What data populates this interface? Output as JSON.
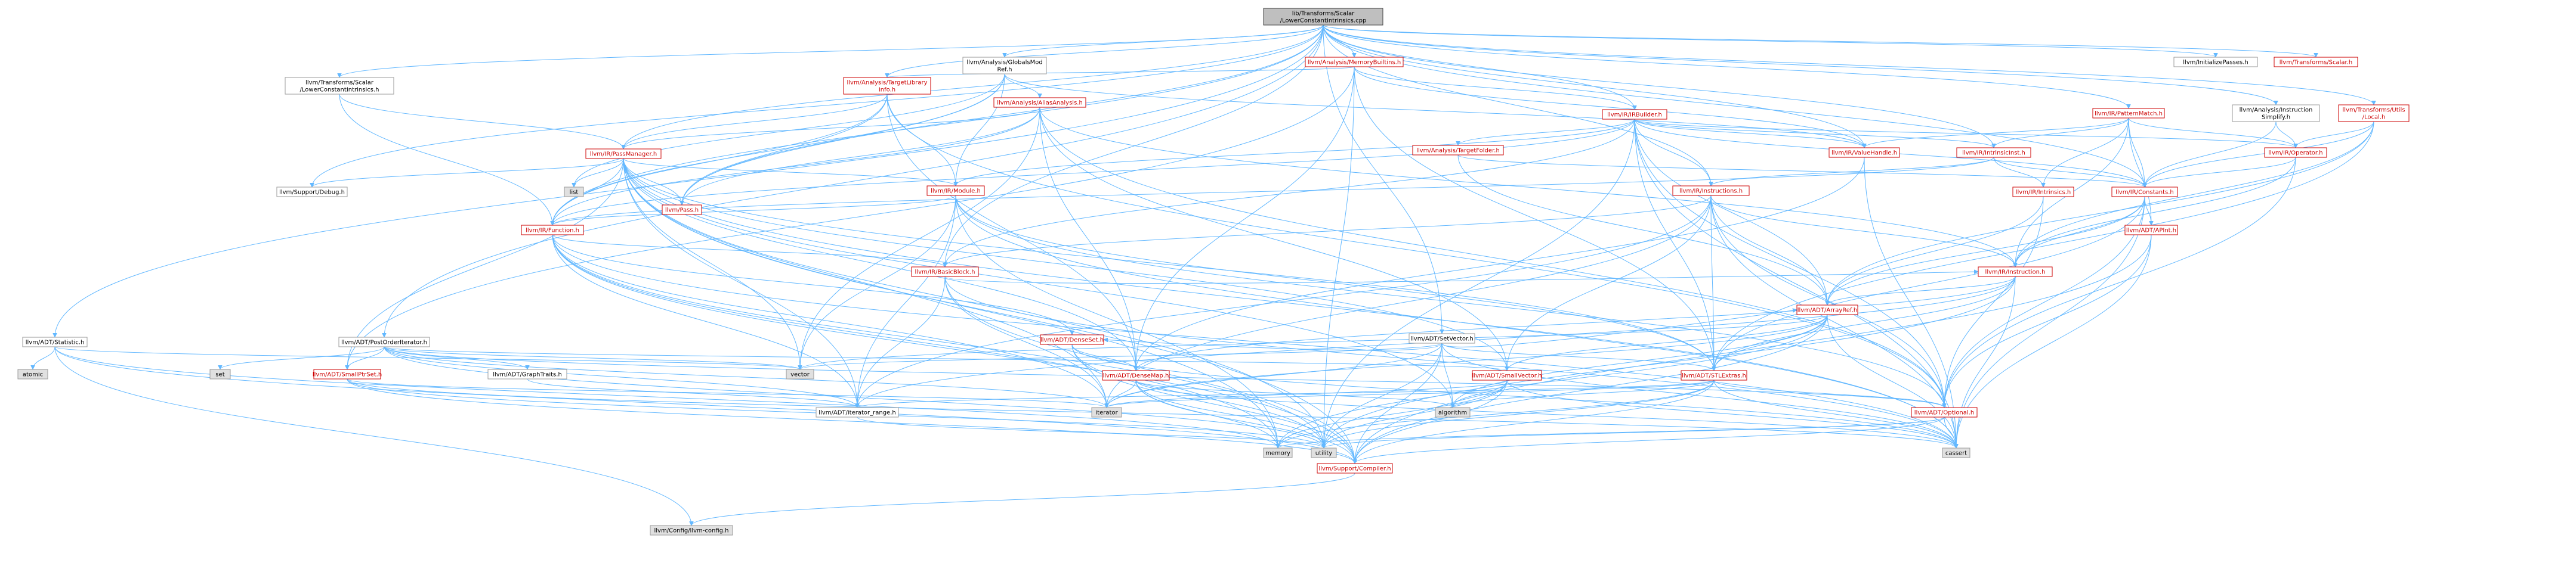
{
  "graph": {
    "root": {
      "id": "root",
      "lines": [
        "lib/Transforms/Scalar",
        "/LowerConstantIntrinsics.cpp"
      ]
    },
    "nodes": [
      {
        "id": "statistic",
        "lines": [
          "llvm/ADT/Statistic.h"
        ],
        "kind": "normal"
      },
      {
        "id": "postorder",
        "lines": [
          "llvm/ADT/PostOrderIterator.h"
        ],
        "kind": "normal"
      },
      {
        "id": "lci_h",
        "lines": [
          "llvm/Transforms/Scalar",
          "/LowerConstantIntrinsics.h"
        ],
        "kind": "normal"
      },
      {
        "id": "globalsmodref",
        "lines": [
          "llvm/Analysis/GlobalsMod",
          "Ref.h"
        ],
        "kind": "normal"
      },
      {
        "id": "tli",
        "lines": [
          "llvm/Analysis/TargetLibrary",
          "Info.h"
        ],
        "kind": "red"
      },
      {
        "id": "aa",
        "lines": [
          "llvm/Analysis/AliasAnalysis.h"
        ],
        "kind": "red"
      },
      {
        "id": "membuiltins",
        "lines": [
          "llvm/Analysis/MemoryBuiltins.h"
        ],
        "kind": "red"
      },
      {
        "id": "irbuilder",
        "lines": [
          "llvm/IR/IRBuilder.h"
        ],
        "kind": "red"
      },
      {
        "id": "targetfolder",
        "lines": [
          "llvm/Analysis/TargetFolder.h"
        ],
        "kind": "red"
      },
      {
        "id": "passmanager",
        "lines": [
          "llvm/IR/PassManager.h"
        ],
        "kind": "red"
      },
      {
        "id": "list",
        "lines": [
          "list"
        ],
        "kind": "sys"
      },
      {
        "id": "debug",
        "lines": [
          "llvm/Support/Debug.h"
        ],
        "kind": "normal"
      },
      {
        "id": "pass",
        "lines": [
          "llvm/Pass.h"
        ],
        "kind": "red"
      },
      {
        "id": "module",
        "lines": [
          "llvm/IR/Module.h"
        ],
        "kind": "red"
      },
      {
        "id": "function",
        "lines": [
          "llvm/IR/Function.h"
        ],
        "kind": "red"
      },
      {
        "id": "basicblock",
        "lines": [
          "llvm/IR/BasicBlock.h"
        ],
        "kind": "red"
      },
      {
        "id": "valuehandle",
        "lines": [
          "llvm/IR/ValueHandle.h"
        ],
        "kind": "red"
      },
      {
        "id": "intrinsicinst",
        "lines": [
          "llvm/IR/IntrinsicInst.h"
        ],
        "kind": "red"
      },
      {
        "id": "instructions",
        "lines": [
          "llvm/IR/Instructions.h"
        ],
        "kind": "red"
      },
      {
        "id": "intrinsics",
        "lines": [
          "llvm/IR/Intrinsics.h"
        ],
        "kind": "red"
      },
      {
        "id": "constants",
        "lines": [
          "llvm/IR/Constants.h"
        ],
        "kind": "red"
      },
      {
        "id": "patternmatch",
        "lines": [
          "llvm/IR/PatternMatch.h"
        ],
        "kind": "red"
      },
      {
        "id": "operator",
        "lines": [
          "llvm/IR/Operator.h"
        ],
        "kind": "red"
      },
      {
        "id": "apint",
        "lines": [
          "llvm/ADT/APInt.h"
        ],
        "kind": "red"
      },
      {
        "id": "initpasses",
        "lines": [
          "llvm/InitializePasses.h"
        ],
        "kind": "normal"
      },
      {
        "id": "transscalar",
        "lines": [
          "llvm/Transforms/Scalar.h"
        ],
        "kind": "red"
      },
      {
        "id": "instsimplify",
        "lines": [
          "llvm/Analysis/Instruction",
          "Simplify.h"
        ],
        "kind": "normal"
      },
      {
        "id": "translocal",
        "lines": [
          "llvm/Transforms/Utils",
          "/Local.h"
        ],
        "kind": "red"
      },
      {
        "id": "setvector",
        "lines": [
          "llvm/ADT/SetVector.h"
        ],
        "kind": "normal"
      },
      {
        "id": "instruction",
        "lines": [
          "llvm/IR/Instruction.h"
        ],
        "kind": "red"
      },
      {
        "id": "arrayref",
        "lines": [
          "llvm/ADT/ArrayRef.h"
        ],
        "kind": "red"
      },
      {
        "id": "denseset",
        "lines": [
          "llvm/ADT/DenseSet.h"
        ],
        "kind": "red"
      },
      {
        "id": "densemap",
        "lines": [
          "llvm/ADT/DenseMap.h"
        ],
        "kind": "red"
      },
      {
        "id": "smallptrset",
        "lines": [
          "llvm/ADT/SmallPtrSet.h"
        ],
        "kind": "red"
      },
      {
        "id": "graphtraits",
        "lines": [
          "llvm/ADT/GraphTraits.h"
        ],
        "kind": "normal"
      },
      {
        "id": "smallvector",
        "lines": [
          "llvm/ADT/SmallVector.h"
        ],
        "kind": "red"
      },
      {
        "id": "stlextras",
        "lines": [
          "llvm/ADT/STLExtras.h"
        ],
        "kind": "red"
      },
      {
        "id": "optional",
        "lines": [
          "llvm/ADT/Optional.h"
        ],
        "kind": "red"
      },
      {
        "id": "iterrange",
        "lines": [
          "llvm/ADT/iterator_range.h"
        ],
        "kind": "normal"
      },
      {
        "id": "compiler",
        "lines": [
          "llvm/Support/Compiler.h"
        ],
        "kind": "red"
      },
      {
        "id": "llvmconfig",
        "lines": [
          "llvm/Config/llvm-config.h"
        ],
        "kind": "sys"
      },
      {
        "id": "atomic",
        "lines": [
          "atomic"
        ],
        "kind": "sys"
      },
      {
        "id": "set",
        "lines": [
          "set"
        ],
        "kind": "sys"
      },
      {
        "id": "vector",
        "lines": [
          "vector"
        ],
        "kind": "sys"
      },
      {
        "id": "iterator",
        "lines": [
          "iterator"
        ],
        "kind": "sys"
      },
      {
        "id": "algorithm",
        "lines": [
          "algorithm"
        ],
        "kind": "sys"
      },
      {
        "id": "memory",
        "lines": [
          "memory"
        ],
        "kind": "sys"
      },
      {
        "id": "utility",
        "lines": [
          "utility"
        ],
        "kind": "sys"
      },
      {
        "id": "cassert",
        "lines": [
          "cassert"
        ],
        "kind": "sys"
      }
    ],
    "edges": [
      [
        "root",
        "statistic"
      ],
      [
        "root",
        "postorder"
      ],
      [
        "root",
        "lci_h"
      ],
      [
        "root",
        "globalsmodref"
      ],
      [
        "root",
        "tli"
      ],
      [
        "root",
        "membuiltins"
      ],
      [
        "root",
        "irbuilder"
      ],
      [
        "root",
        "setvector"
      ],
      [
        "root",
        "initpasses"
      ],
      [
        "root",
        "transscalar"
      ],
      [
        "root",
        "instsimplify"
      ],
      [
        "root",
        "translocal"
      ],
      [
        "root",
        "patternmatch"
      ],
      [
        "root",
        "debug"
      ],
      [
        "root",
        "pass"
      ],
      [
        "root",
        "function"
      ],
      [
        "root",
        "basicblock"
      ],
      [
        "root",
        "constants"
      ],
      [
        "root",
        "instructions"
      ],
      [
        "root",
        "intrinsicinst"
      ],
      [
        "root",
        "valuehandle"
      ],
      [
        "root",
        "passmanager"
      ],
      [
        "statistic",
        "atomic"
      ],
      [
        "statistic",
        "memory"
      ],
      [
        "statistic",
        "compiler"
      ],
      [
        "statistic",
        "llvmconfig"
      ],
      [
        "statistic",
        "vector"
      ],
      [
        "postorder",
        "graphtraits"
      ],
      [
        "postorder",
        "iterrange"
      ],
      [
        "postorder",
        "set"
      ],
      [
        "postorder",
        "smallptrset"
      ],
      [
        "postorder",
        "smallvector"
      ],
      [
        "postorder",
        "vector"
      ],
      [
        "postorder",
        "optional"
      ],
      [
        "postorder",
        "iterator"
      ],
      [
        "postorder",
        "utility"
      ],
      [
        "lci_h",
        "passmanager"
      ],
      [
        "lci_h",
        "function"
      ],
      [
        "globalsmodref",
        "aa"
      ],
      [
        "globalsmodref",
        "module"
      ],
      [
        "globalsmodref",
        "valuehandle"
      ],
      [
        "globalsmodref",
        "pass"
      ],
      [
        "globalsmodref",
        "list"
      ],
      [
        "globalsmodref",
        "function"
      ],
      [
        "tli",
        "densemap"
      ],
      [
        "tli",
        "optional"
      ],
      [
        "tli",
        "function"
      ],
      [
        "tli",
        "module"
      ],
      [
        "tli",
        "pass"
      ],
      [
        "tli",
        "passmanager"
      ],
      [
        "aa",
        "passmanager"
      ],
      [
        "aa",
        "instruction"
      ],
      [
        "aa",
        "pass"
      ],
      [
        "aa",
        "smallvector"
      ],
      [
        "aa",
        "densemap"
      ],
      [
        "aa",
        "optional"
      ],
      [
        "aa",
        "function"
      ],
      [
        "aa",
        "vector"
      ],
      [
        "membuiltins",
        "tli"
      ],
      [
        "membuiltins",
        "densemap"
      ],
      [
        "membuiltins",
        "smallptrset"
      ],
      [
        "membuiltins",
        "stlextras"
      ],
      [
        "membuiltins",
        "irbuilder"
      ],
      [
        "membuiltins",
        "valuehandle"
      ],
      [
        "membuiltins",
        "utility"
      ],
      [
        "irbuilder",
        "targetfolder"
      ],
      [
        "irbuilder",
        "arrayref"
      ],
      [
        "irbuilder",
        "instructions"
      ],
      [
        "irbuilder",
        "intrinsicinst"
      ],
      [
        "irbuilder",
        "constants"
      ],
      [
        "irbuilder",
        "basicblock"
      ],
      [
        "irbuilder",
        "function"
      ],
      [
        "irbuilder",
        "valuehandle"
      ],
      [
        "irbuilder",
        "operator"
      ],
      [
        "irbuilder",
        "module"
      ],
      [
        "irbuilder",
        "cassert"
      ],
      [
        "irbuilder",
        "utility"
      ],
      [
        "irbuilder",
        "stlextras"
      ],
      [
        "irbuilder",
        "optional"
      ],
      [
        "targetfolder",
        "constants"
      ],
      [
        "targetfolder",
        "arrayref"
      ],
      [
        "passmanager",
        "list"
      ],
      [
        "passmanager",
        "debug"
      ],
      [
        "passmanager",
        "pass"
      ],
      [
        "passmanager",
        "module"
      ],
      [
        "passmanager",
        "function"
      ],
      [
        "passmanager",
        "densemap"
      ],
      [
        "passmanager",
        "smallptrset"
      ],
      [
        "passmanager",
        "stlextras"
      ],
      [
        "passmanager",
        "vector"
      ],
      [
        "passmanager",
        "memory"
      ],
      [
        "passmanager",
        "cassert"
      ],
      [
        "passmanager",
        "iterator"
      ],
      [
        "passmanager",
        "algorithm"
      ],
      [
        "passmanager",
        "utility"
      ],
      [
        "passmanager",
        "compiler"
      ],
      [
        "passmanager",
        "iterrange"
      ],
      [
        "passmanager",
        "smallvector"
      ],
      [
        "module",
        "function"
      ],
      [
        "module",
        "stlextras"
      ],
      [
        "module",
        "iterrange"
      ],
      [
        "module",
        "optional"
      ],
      [
        "module",
        "memory"
      ],
      [
        "module",
        "vector"
      ],
      [
        "module",
        "cassert"
      ],
      [
        "function",
        "basicblock"
      ],
      [
        "function",
        "denseset"
      ],
      [
        "function",
        "iterrange"
      ],
      [
        "function",
        "compiler"
      ],
      [
        "function",
        "memory"
      ],
      [
        "function",
        "cassert"
      ],
      [
        "function",
        "utility"
      ],
      [
        "function",
        "iterator"
      ],
      [
        "basicblock",
        "instruction"
      ],
      [
        "basicblock",
        "iterrange"
      ],
      [
        "basicblock",
        "compiler"
      ],
      [
        "basicblock",
        "iterator"
      ],
      [
        "basicblock",
        "cassert"
      ],
      [
        "valuehandle",
        "densemap"
      ],
      [
        "valuehandle",
        "cassert"
      ],
      [
        "intrinsicinst",
        "constants"
      ],
      [
        "intrinsicinst",
        "intrinsics"
      ],
      [
        "intrinsicinst",
        "instructions"
      ],
      [
        "intrinsicinst",
        "function"
      ],
      [
        "instructions",
        "arrayref"
      ],
      [
        "instructions",
        "instruction"
      ],
      [
        "instructions",
        "stlextras"
      ],
      [
        "instructions",
        "smallvector"
      ],
      [
        "instructions",
        "basicblock"
      ],
      [
        "instructions",
        "iterator"
      ],
      [
        "instructions",
        "optional"
      ],
      [
        "instructions",
        "cassert"
      ],
      [
        "instructions",
        "iterrange"
      ],
      [
        "intrinsics",
        "arrayref"
      ],
      [
        "intrinsics",
        "optional"
      ],
      [
        "constants",
        "apint"
      ],
      [
        "constants",
        "arrayref"
      ],
      [
        "constants",
        "stlextras"
      ],
      [
        "constants",
        "optional"
      ],
      [
        "constants",
        "cassert"
      ],
      [
        "constants",
        "instruction"
      ],
      [
        "patternmatch",
        "apint"
      ],
      [
        "patternmatch",
        "constants"
      ],
      [
        "patternmatch",
        "instruction"
      ],
      [
        "patternmatch",
        "intrinsicinst"
      ],
      [
        "patternmatch",
        "operator"
      ],
      [
        "patternmatch",
        "intrinsics"
      ],
      [
        "patternmatch",
        "valuehandle"
      ],
      [
        "operator",
        "constants"
      ],
      [
        "operator",
        "instruction"
      ],
      [
        "operator",
        "optional"
      ],
      [
        "apint",
        "compiler"
      ],
      [
        "apint",
        "cassert"
      ],
      [
        "apint",
        "optional"
      ],
      [
        "instsimplify",
        "operator"
      ],
      [
        "instsimplify",
        "constants"
      ],
      [
        "translocal",
        "arrayref"
      ],
      [
        "translocal",
        "instruction"
      ],
      [
        "translocal",
        "constants"
      ],
      [
        "translocal",
        "operator"
      ],
      [
        "translocal",
        "stlextras"
      ],
      [
        "setvector",
        "arrayref"
      ],
      [
        "setvector",
        "denseset"
      ],
      [
        "setvector",
        "stlextras"
      ],
      [
        "setvector",
        "compiler"
      ],
      [
        "setvector",
        "algorithm"
      ],
      [
        "setvector",
        "cassert"
      ],
      [
        "setvector",
        "iterator"
      ],
      [
        "setvector",
        "vector"
      ],
      [
        "setvector",
        "utility"
      ],
      [
        "instruction",
        "densemap"
      ],
      [
        "instruction",
        "stlextras"
      ],
      [
        "instruction",
        "arrayref"
      ],
      [
        "instruction",
        "iterrange"
      ],
      [
        "instruction",
        "cassert"
      ],
      [
        "instruction",
        "utility"
      ],
      [
        "arrayref",
        "smallvector"
      ],
      [
        "arrayref",
        "stlextras"
      ],
      [
        "arrayref",
        "compiler"
      ],
      [
        "arrayref",
        "algorithm"
      ],
      [
        "arrayref",
        "cassert"
      ],
      [
        "arrayref",
        "iterator"
      ],
      [
        "arrayref",
        "memory"
      ],
      [
        "arrayref",
        "vector"
      ],
      [
        "denseset",
        "densemap"
      ],
      [
        "denseset",
        "compiler"
      ],
      [
        "denseset",
        "utility"
      ],
      [
        "denseset",
        "cassert"
      ],
      [
        "densemap",
        "compiler"
      ],
      [
        "densemap",
        "algorithm"
      ],
      [
        "densemap",
        "cassert"
      ],
      [
        "densemap",
        "iterator"
      ],
      [
        "densemap",
        "utility"
      ],
      [
        "densemap",
        "memory"
      ],
      [
        "smallptrset",
        "compiler"
      ],
      [
        "smallptrset",
        "cassert"
      ],
      [
        "smallptrset",
        "iterator"
      ],
      [
        "smallptrset",
        "utility"
      ],
      [
        "graphtraits",
        "iterrange"
      ],
      [
        "smallvector",
        "compiler"
      ],
      [
        "smallvector",
        "algorithm"
      ],
      [
        "smallvector",
        "cassert"
      ],
      [
        "smallvector",
        "iterator"
      ],
      [
        "smallvector",
        "memory"
      ],
      [
        "smallvector",
        "utility"
      ],
      [
        "stlextras",
        "optional"
      ],
      [
        "stlextras",
        "iterrange"
      ],
      [
        "stlextras",
        "compiler"
      ],
      [
        "stlextras",
        "algorithm"
      ],
      [
        "stlextras",
        "cassert"
      ],
      [
        "stlextras",
        "iterator"
      ],
      [
        "stlextras",
        "memory"
      ],
      [
        "stlextras",
        "utility"
      ],
      [
        "optional",
        "compiler"
      ],
      [
        "optional",
        "cassert"
      ],
      [
        "optional",
        "utility"
      ],
      [
        "optional",
        "memory"
      ],
      [
        "iterrange",
        "utility"
      ],
      [
        "compiler",
        "llvmconfig"
      ]
    ]
  }
}
